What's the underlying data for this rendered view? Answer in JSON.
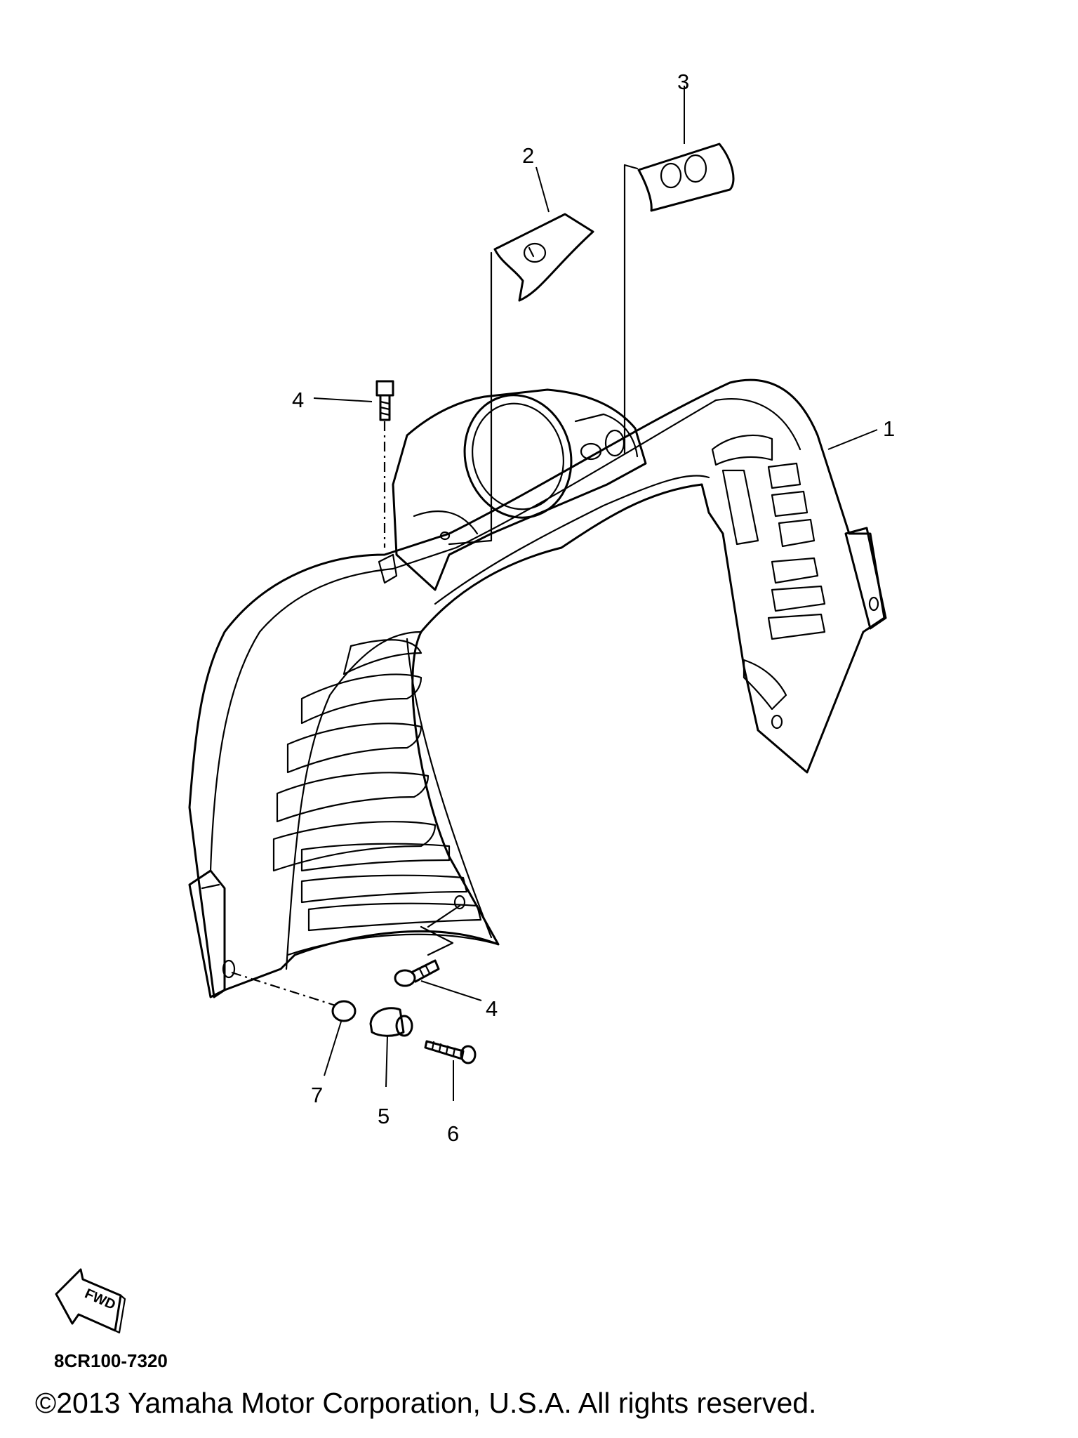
{
  "callouts": [
    {
      "id": "1",
      "text": "1"
    },
    {
      "id": "2",
      "text": "2"
    },
    {
      "id": "3",
      "text": "3"
    },
    {
      "id": "4a",
      "text": "4"
    },
    {
      "id": "4b",
      "text": "4"
    },
    {
      "id": "5",
      "text": "5"
    },
    {
      "id": "6",
      "text": "6"
    },
    {
      "id": "7",
      "text": "7"
    }
  ],
  "direction_badge": "FWD",
  "diagram_code": "8CR100-7320",
  "copyright": "©2013 Yamaha Motor Corporation, U.S.A. All rights reserved."
}
